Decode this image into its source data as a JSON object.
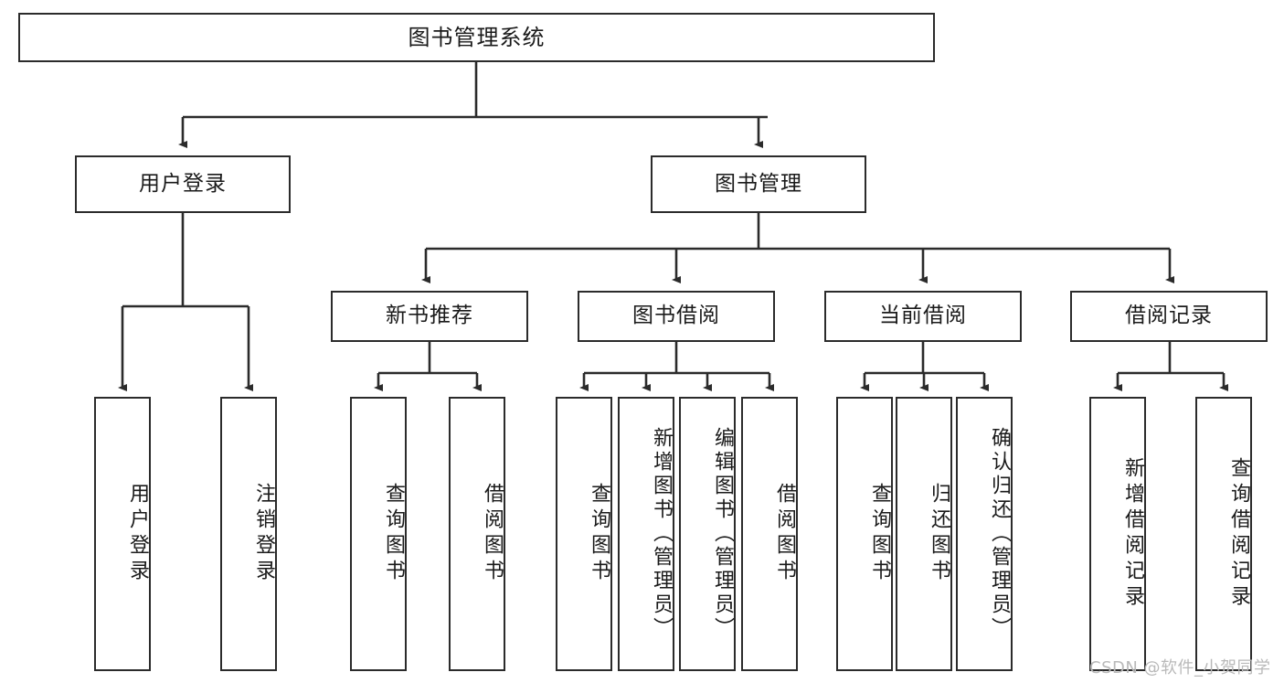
{
  "diagram": {
    "title": "图书管理系统",
    "type": "tree-hierarchy",
    "watermark": "CSDN @软件_小贺同学",
    "colors": {
      "stroke": "#2b2b2b",
      "fill": "#ffffff",
      "text": "#1a1a1a",
      "watermark": "#b9b9b9"
    },
    "nodes": {
      "root": {
        "label": "图书管理系统"
      },
      "level2": [
        {
          "id": "user-login",
          "label": "用户登录"
        },
        {
          "id": "book-manage",
          "label": "图书管理"
        }
      ],
      "level3": [
        {
          "id": "new-book-recommend",
          "label": "新书推荐"
        },
        {
          "id": "book-borrow",
          "label": "图书借阅"
        },
        {
          "id": "current-borrow",
          "label": "当前借阅"
        },
        {
          "id": "borrow-record",
          "label": "借阅记录"
        }
      ],
      "leaves": {
        "user_login": [
          {
            "id": "leaf-user-login",
            "label": "用户登录"
          },
          {
            "id": "leaf-user-logout",
            "label": "注销登录"
          }
        ],
        "new_book_recommend": [
          {
            "id": "leaf-query-book-1",
            "label": "查询图书"
          },
          {
            "id": "leaf-borrow-book-1",
            "label": "借阅图书"
          }
        ],
        "book_borrow": [
          {
            "id": "leaf-query-book-2",
            "label": "查询图书"
          },
          {
            "id": "leaf-add-book",
            "label": "新增图书（管理员）"
          },
          {
            "id": "leaf-edit-book",
            "label": "编辑图书（管理员）"
          },
          {
            "id": "leaf-borrow-book-2",
            "label": "借阅图书"
          }
        ],
        "current_borrow": [
          {
            "id": "leaf-query-book-3",
            "label": "查询图书"
          },
          {
            "id": "leaf-return-book",
            "label": "归还图书"
          },
          {
            "id": "leaf-confirm-return",
            "label": "确认归还（管理员）"
          }
        ],
        "borrow_record": [
          {
            "id": "leaf-add-record",
            "label": "新增借阅记录"
          },
          {
            "id": "leaf-query-record",
            "label": "查询借阅记录"
          }
        ]
      }
    }
  }
}
